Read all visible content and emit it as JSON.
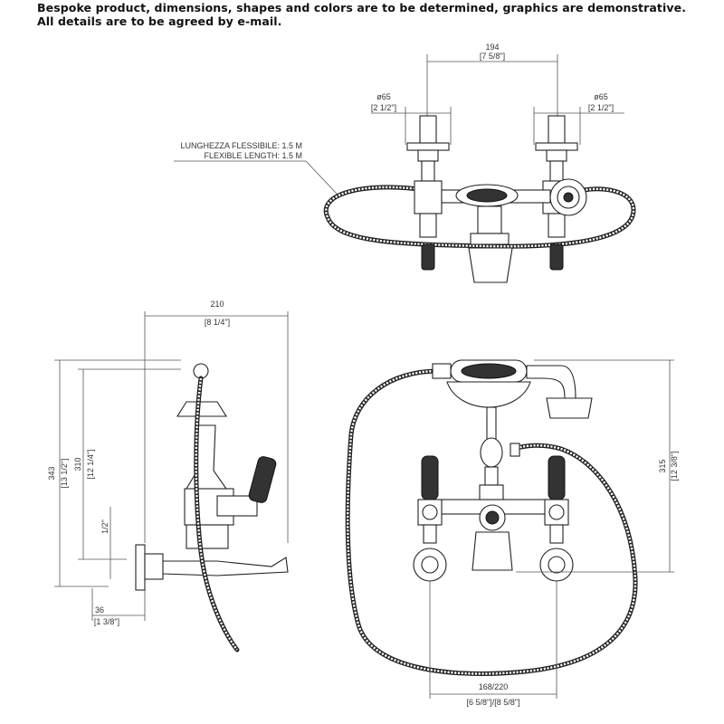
{
  "notice": {
    "line1": "Bespoke product, dimensions, shapes and colors are to be determined, graphics are demonstrative.",
    "line2": "All details are to be agreed by e-mail."
  },
  "top_view": {
    "spacing": "194",
    "spacing_in": "[7 5/8\"]",
    "left_diameter": "ø65",
    "left_diameter_in": "[2 1/2\"]",
    "right_diameter": "ø65",
    "right_diameter_in": "[2 1/2\"]",
    "hose_label_it": "LUNGHEZZA FLESSIBILE: 1.5 M",
    "hose_label_en": "FLEXIBLE LENGTH: 1.5 M"
  },
  "side_view": {
    "depth": "210",
    "depth_in": "[8 1/4\"]",
    "height_total": "343",
    "height_total_in": "[13 1/2\"]",
    "height_spout": "310",
    "height_spout_in": "[12 1/4\"]",
    "thread": "1/2\"",
    "wall": "36",
    "wall_in": "[1 3/8\"]"
  },
  "front_view": {
    "height": "315",
    "height_in": "[12 3/8\"]",
    "centers": "168/220",
    "centers_in": "[6 5/8\"]/[8 5/8\"]"
  }
}
